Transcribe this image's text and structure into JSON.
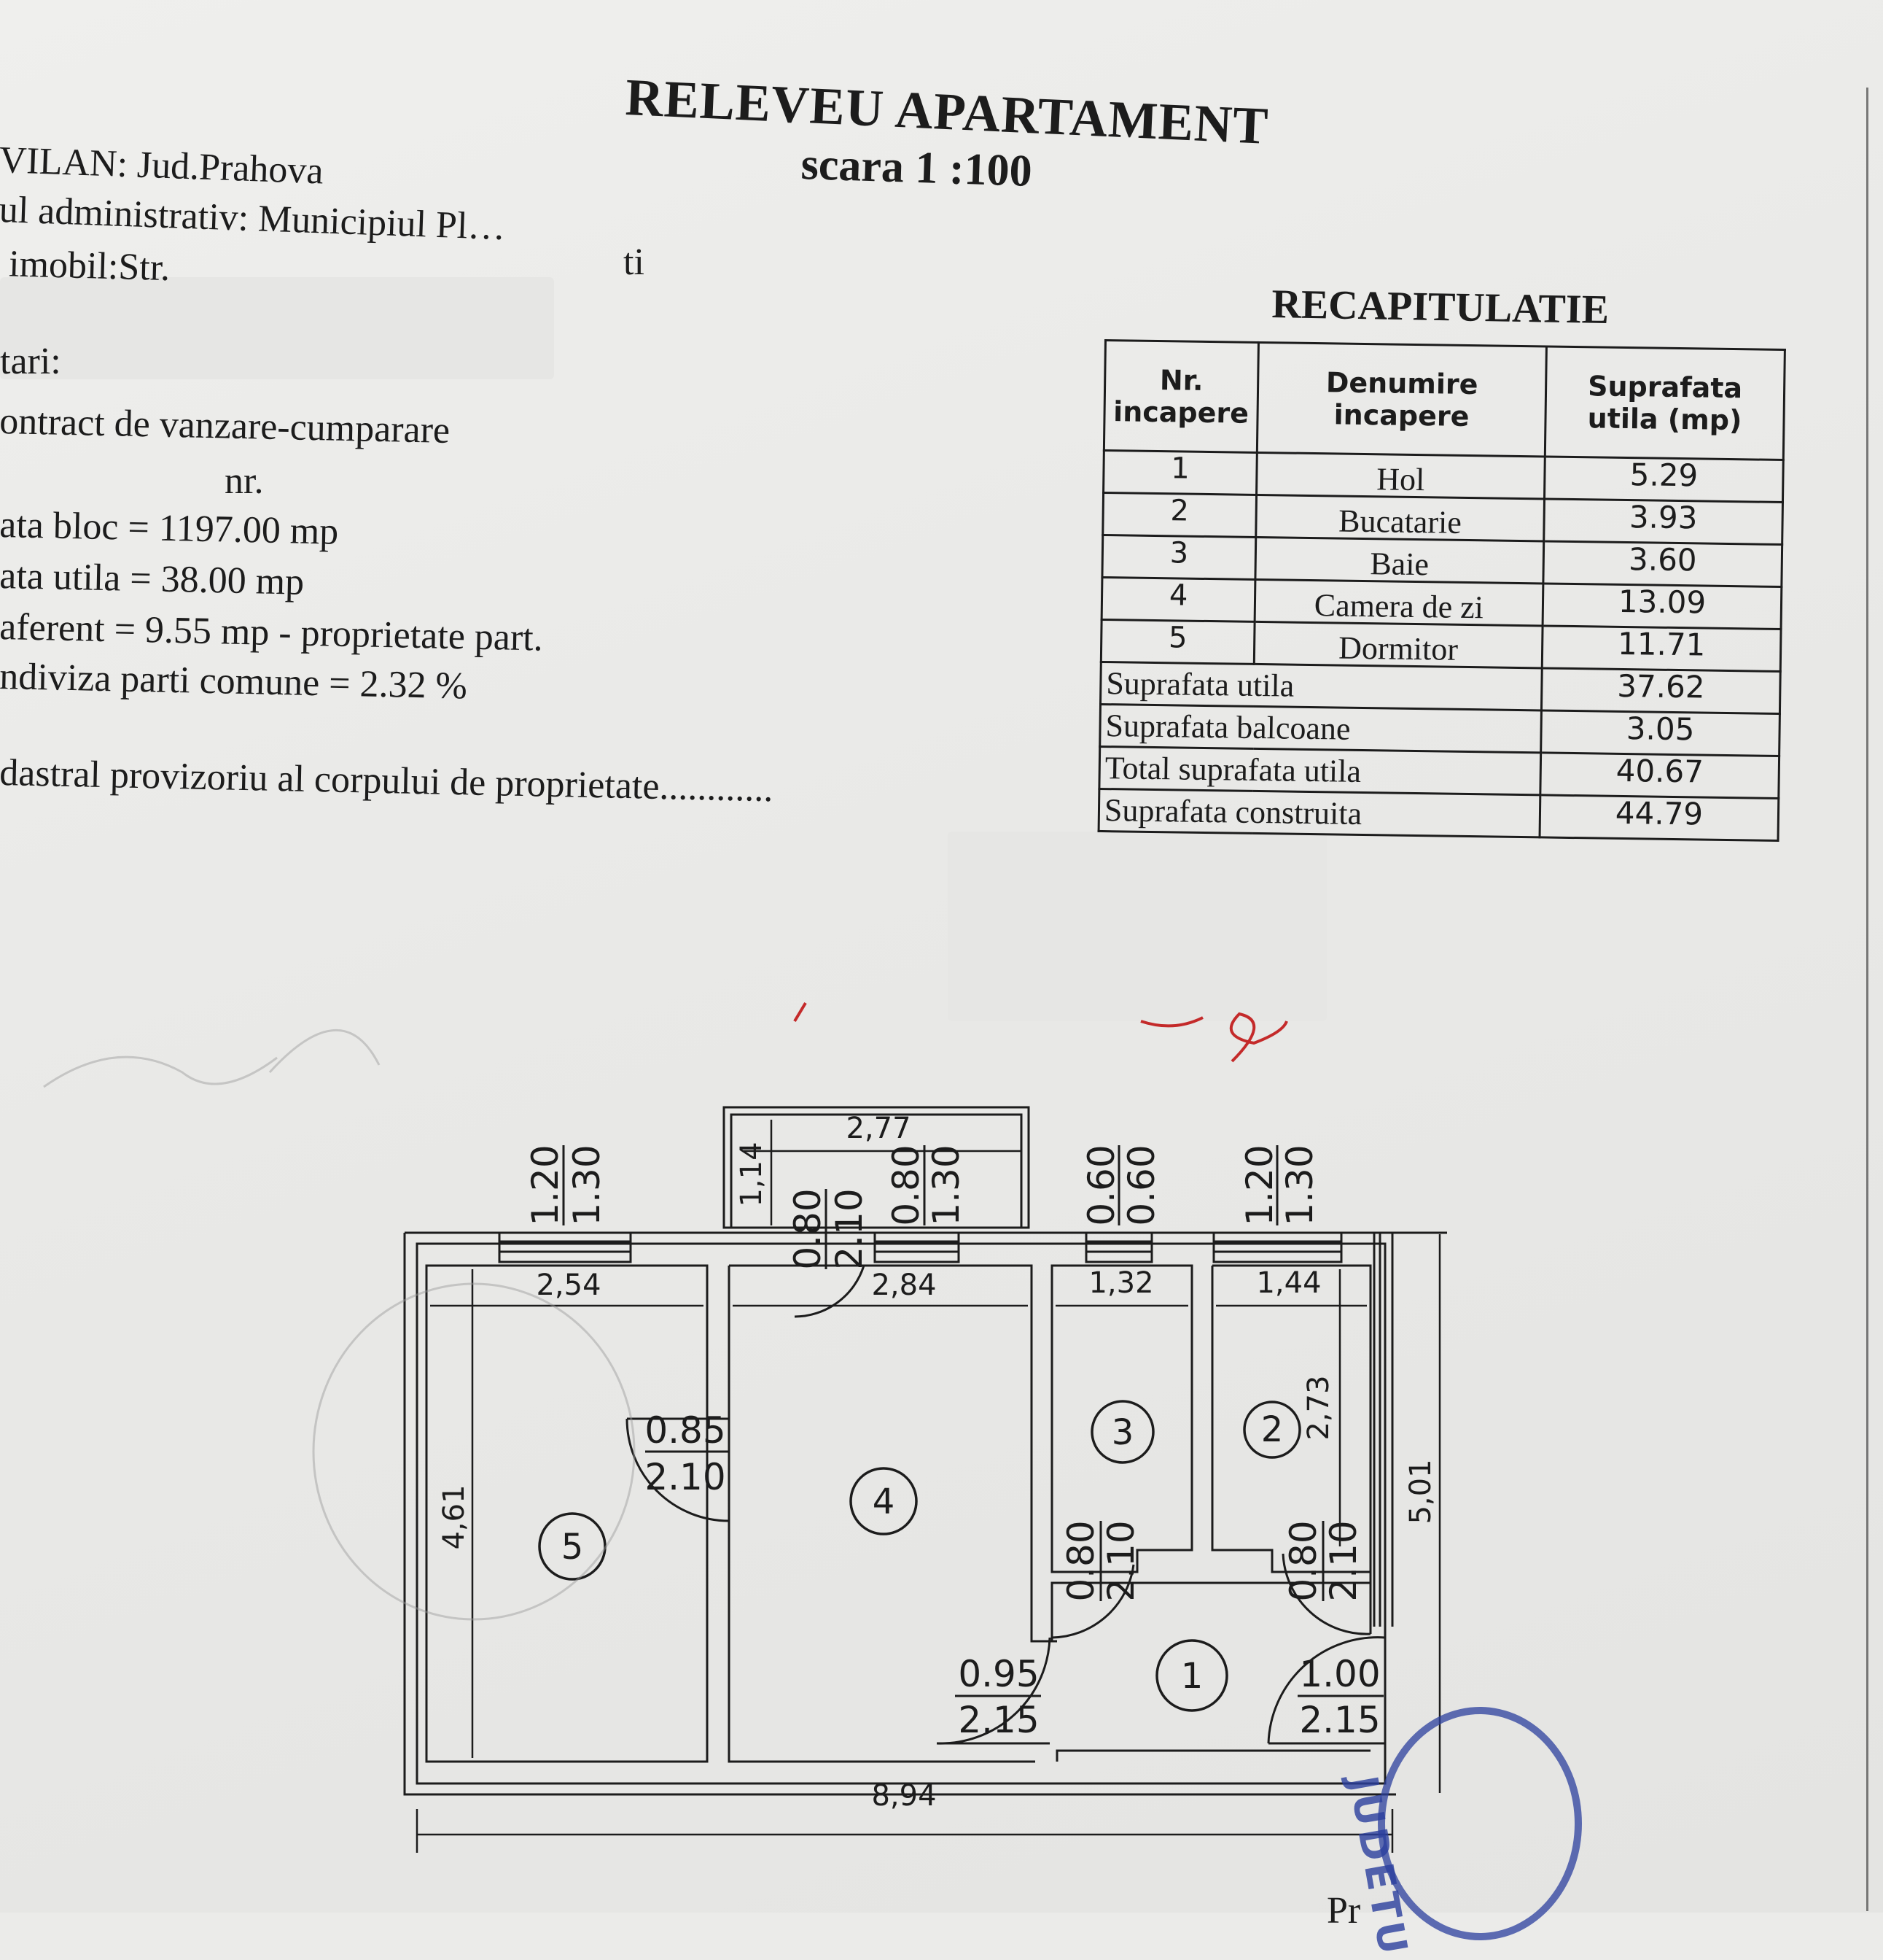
{
  "header": {
    "title": "RELEVEU APARTAMENT",
    "scale": "scara 1 :100"
  },
  "left_info": [
    "VILAN: Jud.Prahova",
    "ul administrativ: Municipiul Pl…",
    "ti",
    " imobil:Str.",
    "tari:",
    "ontract de vanzare-cumparare",
    "nr.",
    "ata bloc = 1197.00 mp",
    "ata utila =  38.00 mp",
    "aferent = 9.55 mp - proprietate part.",
    "ndiviza parti comune = 2.32 %",
    "dastral provizoriu al corpului de proprietate............"
  ],
  "recap": {
    "title": "RECAPITULATIE",
    "headers": [
      "Nr. incapere",
      "Denumire incapere",
      "Suprafata utila (mp)"
    ],
    "rooms": [
      {
        "nr": "1",
        "name": "Hol",
        "area": "5.29"
      },
      {
        "nr": "2",
        "name": "Bucatarie",
        "area": "3.93"
      },
      {
        "nr": "3",
        "name": "Baie",
        "area": "3.60"
      },
      {
        "nr": "4",
        "name": "Camera de zi",
        "area": "13.09"
      },
      {
        "nr": "5",
        "name": "Dormitor",
        "area": "11.71"
      }
    ],
    "totals": [
      {
        "label": "Suprafata utila",
        "value": "37.62"
      },
      {
        "label": "Suprafata balcoane",
        "value": "3.05"
      },
      {
        "label": "Total suprafata utila",
        "value": "40.67"
      },
      {
        "label": "Suprafata construita",
        "value": "44.79"
      }
    ]
  },
  "plan": {
    "dims": {
      "balcony_width": "2,77",
      "balcony_depth": "1,14",
      "room5_width": "2,54",
      "room4_width": "2,84",
      "room3_width": "1,32",
      "room2_width": "1,44",
      "room5_height": "4,61",
      "room2_height": "2,73",
      "total_height": "5,01",
      "total_width": "8,94"
    },
    "windows": [
      {
        "a": "1.20",
        "b": "1.30"
      },
      {
        "a": "0.80",
        "b": "1.30"
      },
      {
        "a": "0.60",
        "b": "0.60"
      },
      {
        "a": "1.20",
        "b": "1.30"
      }
    ],
    "balcony_door": {
      "a": "0.80",
      "b": "2.10"
    },
    "doors": [
      {
        "a": "0.85",
        "b": "2.10"
      },
      {
        "a": "0.80",
        "b": "2.10"
      },
      {
        "a": "0.80",
        "b": "2.10"
      },
      {
        "a": "0.95",
        "b": "2.15"
      },
      {
        "a": "1.00",
        "b": "2.15"
      }
    ],
    "room_numbers": [
      "1",
      "2",
      "3",
      "4",
      "5"
    ]
  },
  "stamp_text": "JUDETU",
  "bottom_text": "Pr",
  "colors": {
    "ink": "#1c1c1c",
    "stamp": "#2b3f9e",
    "red_pen": "#c42a2a"
  }
}
